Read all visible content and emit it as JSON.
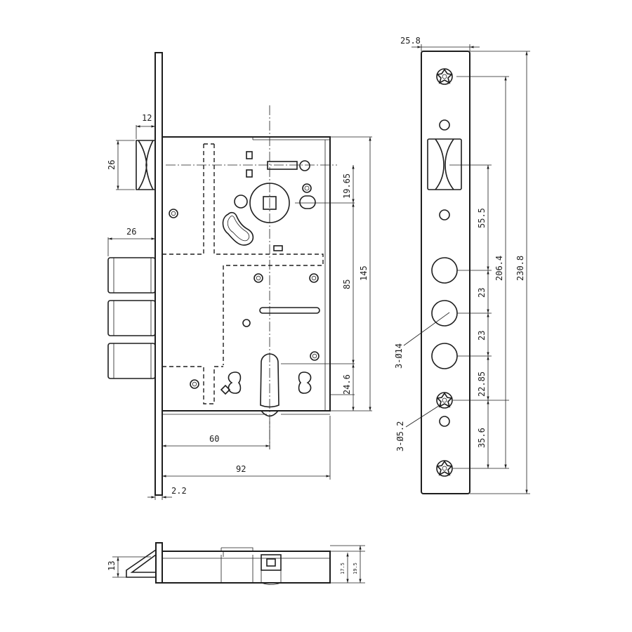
{
  "front_view": {
    "dims": {
      "bolt_block_width": "12",
      "bolt_block_height": "26",
      "deadbolt_projection": "26",
      "spindle_to_top": "19.65",
      "spindle_to_cylinder": "85",
      "case_height": "145",
      "cylinder_to_bottom": "24.6",
      "backset": "60",
      "case_depth": "92",
      "faceplate_thickness": "2.2"
    }
  },
  "faceplate_view": {
    "dims": {
      "width": "25.8",
      "latch_to_hole": "55.5",
      "hole_spacing_1": "23",
      "hole_spacing_2": "23",
      "hole_to_screw": "22.85",
      "screw_to_bottom": "35.6",
      "screw_span": "206.4",
      "total_length": "230.8"
    },
    "callouts": {
      "bolt_holes": "3-Ø14",
      "screw_holes": "3-Ø5.2"
    }
  },
  "bottom_view": {
    "dims": {
      "latch_height": "13",
      "inner_thickness": "17.5",
      "outer_thickness": "19.5"
    }
  }
}
